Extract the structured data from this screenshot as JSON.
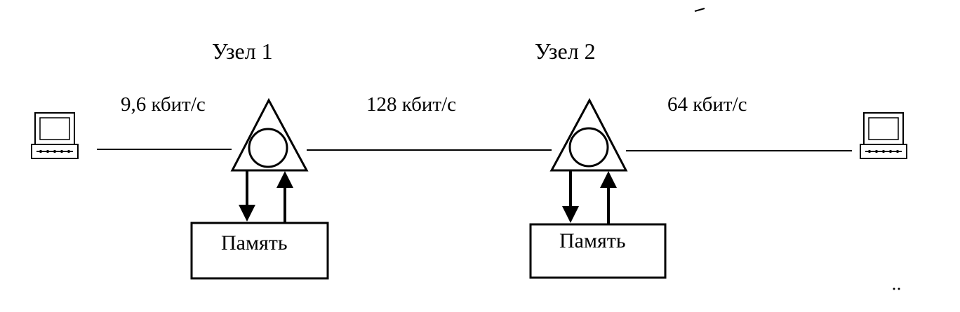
{
  "nodes": [
    {
      "label": "Узел 1",
      "memory_label": "Память"
    },
    {
      "label": "Узел 2",
      "memory_label": "Память"
    }
  ],
  "links": [
    {
      "speed": "9,6 кбит/с"
    },
    {
      "speed": "128 кбит/с"
    },
    {
      "speed": "64 кбит/с"
    }
  ],
  "icons": {
    "left_terminal": "computer-terminal-icon",
    "right_terminal": "computer-terminal-icon",
    "switch": "triangle-switch-node-icon"
  }
}
